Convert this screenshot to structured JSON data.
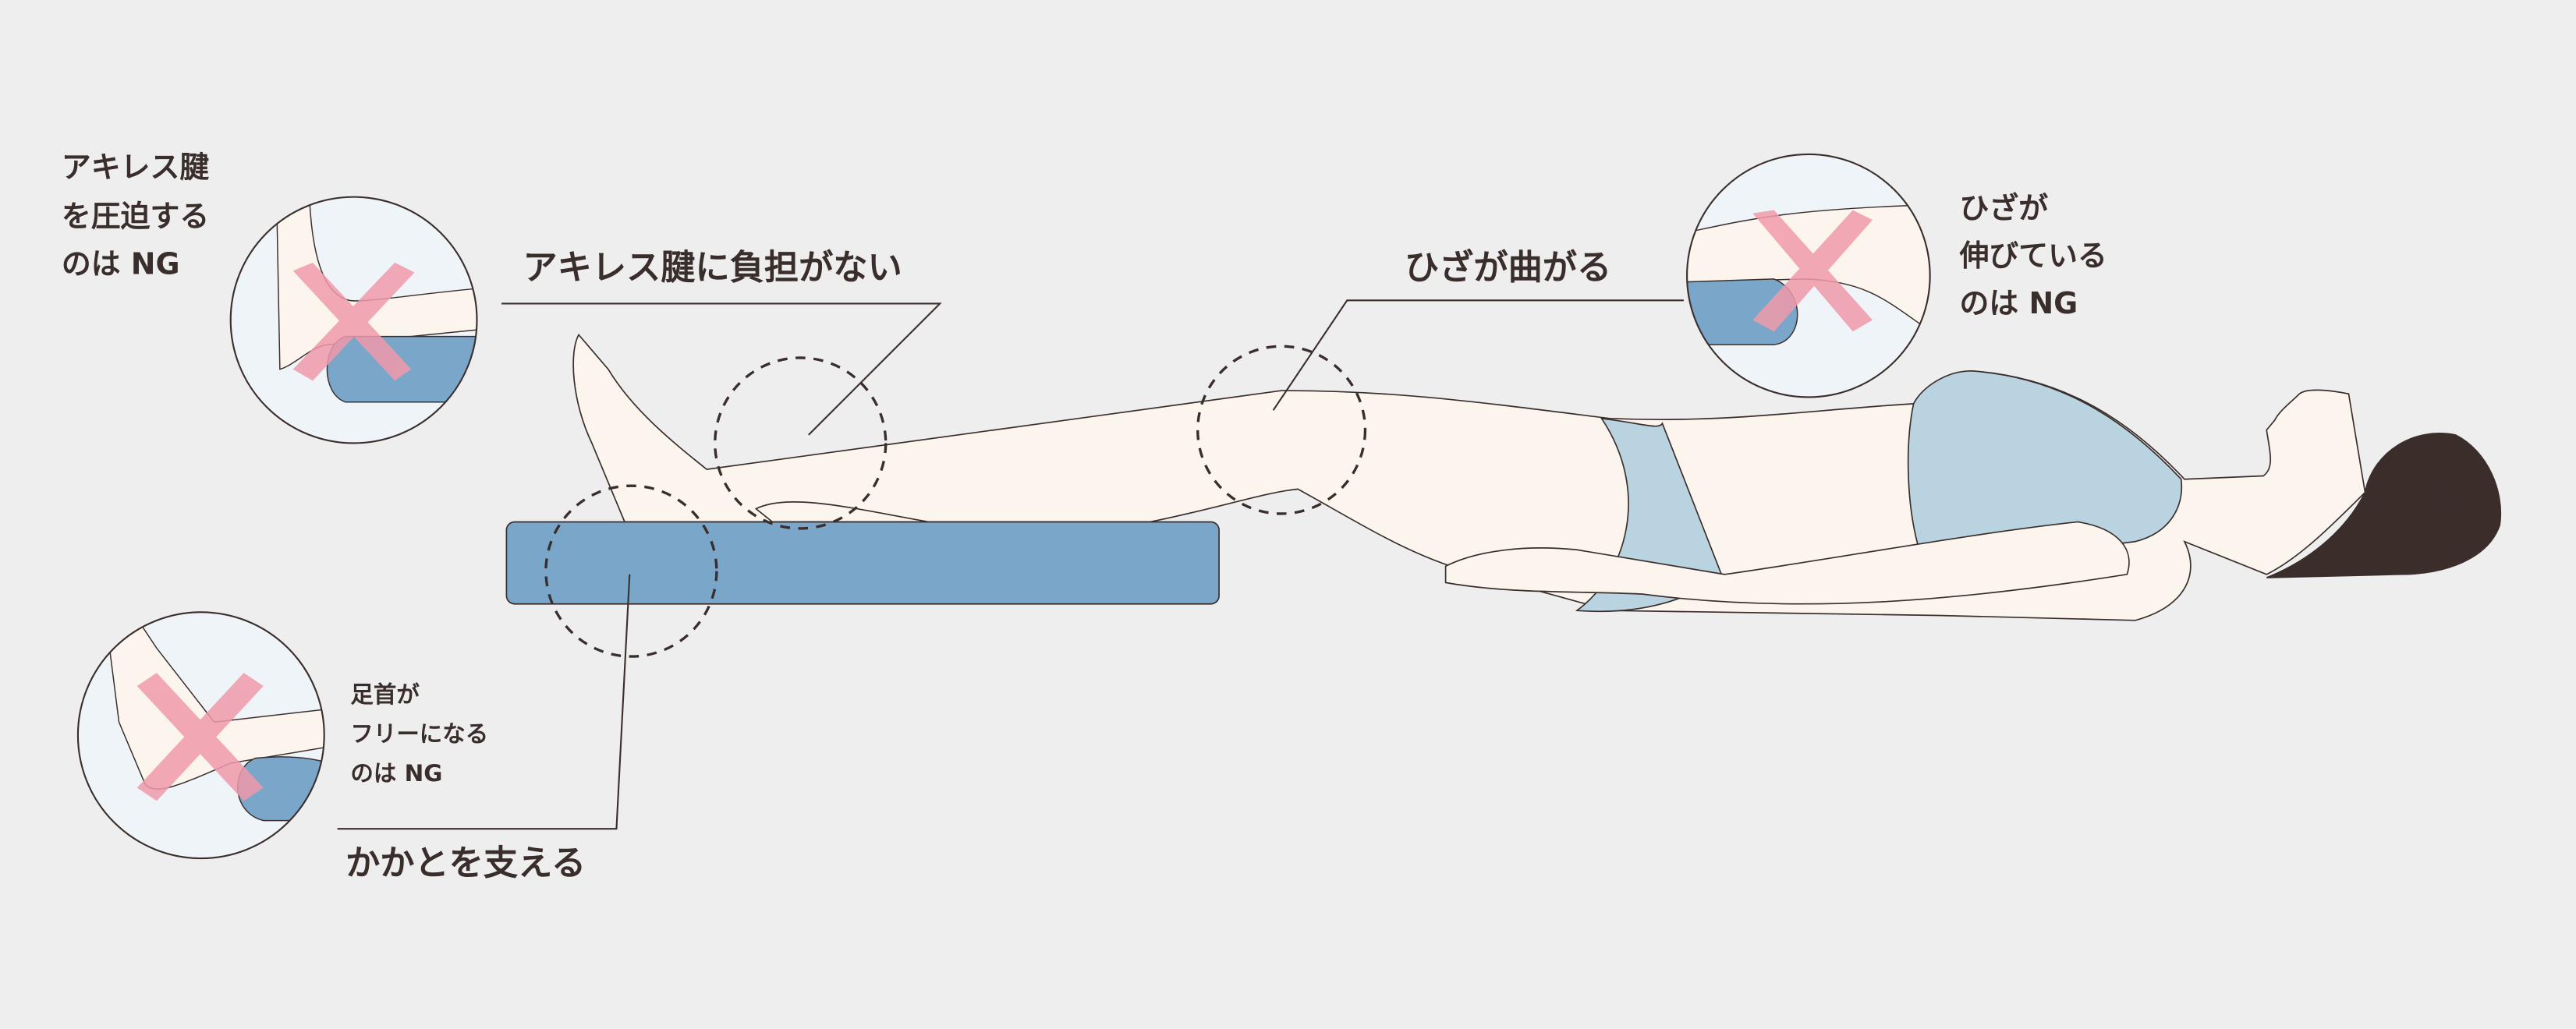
{
  "labels": {
    "achilles_ok": "アキレス腱に負担がない",
    "knee_bent": "ひざが曲がる",
    "heel_support": "かかとを支える"
  },
  "ng_notes": {
    "achilles": [
      "アキレス腱",
      "を圧迫する",
      "のは NG"
    ],
    "knee": [
      "ひざが",
      "伸びている",
      "のは NG"
    ],
    "ankle": [
      "足首が",
      "フリーになる",
      "のは NG"
    ]
  },
  "colors": {
    "background": "#eeeeee",
    "pillow": "#7aa6c9",
    "skin": "#fbf5ee",
    "swimwear": "#b9d3e0",
    "hair": "#3b2d2a",
    "ng_mark": "#f09aab",
    "inset_bg": "#eef4f8"
  }
}
